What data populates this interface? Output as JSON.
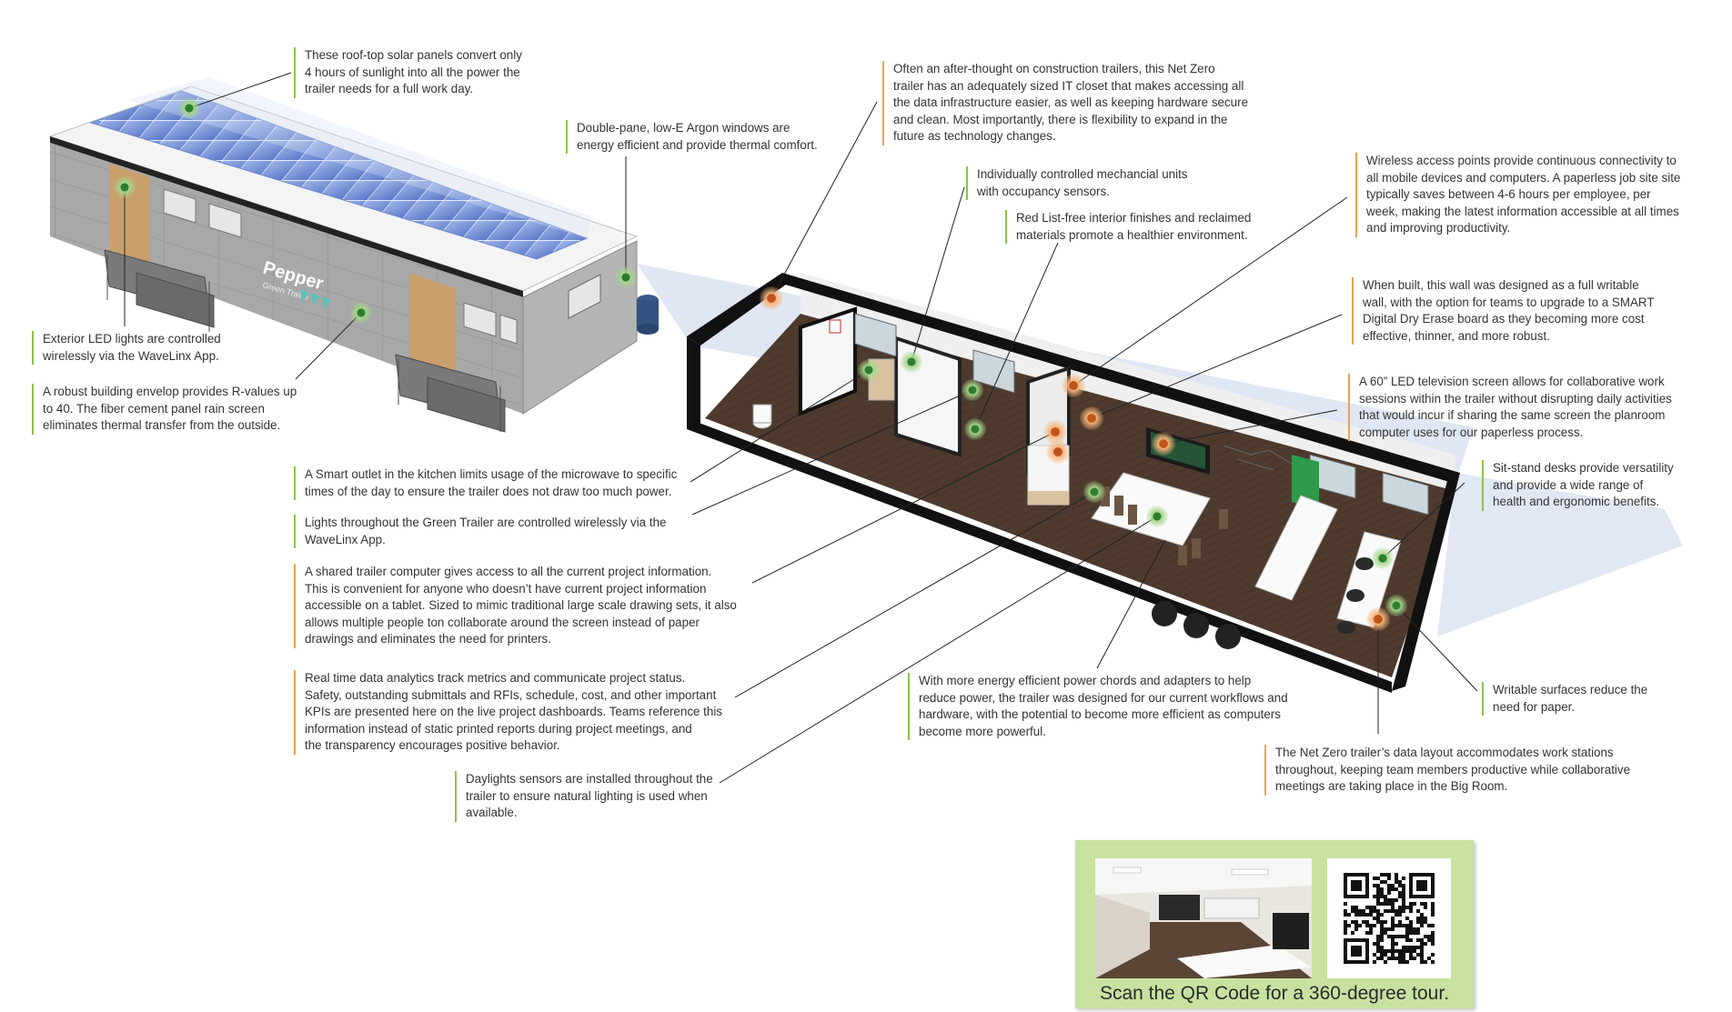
{
  "brand": {
    "logo_text": "Pepper",
    "logo_sub": "Green Trailer"
  },
  "colors": {
    "accent_green": "#8bc34a",
    "accent_orange": "#f0a24b",
    "qr_panel_bg": "#c7e2a0"
  },
  "callouts": [
    {
      "id": "solar",
      "color": "green",
      "lines": [
        "These roof-top solar panels convert only",
        "4 hours of sunlight into all the power the",
        "trailer needs for a full work day."
      ]
    },
    {
      "id": "windows",
      "color": "green",
      "lines": [
        "Double-pane, low-E Argon windows are",
        "energy efficient and provide thermal comfort."
      ]
    },
    {
      "id": "exterior-led",
      "color": "green",
      "lines": [
        "Exterior LED lights are controlled",
        "wirelessly via the WaveLinx App."
      ]
    },
    {
      "id": "envelope",
      "color": "green",
      "lines": [
        "A robust building envelop provides R-values up",
        "to 40. The fiber cement panel rain screen",
        "eliminates thermal transfer from the outside."
      ]
    },
    {
      "id": "it-closet",
      "color": "orange",
      "lines": [
        "Often an after-thought on construction trailers, this Net Zero",
        "trailer has an adequately sized IT closet that makes accessing all",
        "the data infrastructure easier, as well as keeping hardware secure",
        "and clean. Most importantly, there is flexibility to expand in the",
        "future as technology changes."
      ]
    },
    {
      "id": "mech-units",
      "color": "green",
      "lines": [
        "Individually controlled mechancial units",
        "with occupancy sensors."
      ]
    },
    {
      "id": "red-list",
      "color": "green",
      "lines": [
        "Red List-free interior finishes and reclaimed",
        "materials promote a healthier environment."
      ]
    },
    {
      "id": "wireless-ap",
      "color": "orange",
      "lines": [
        "Wireless access points provide continuous connectivity to",
        "all mobile devices and computers. A paperless job site site",
        "typically saves between 4-6 hours per employee, per",
        "week, making the latest information accessible at all times",
        "and improving productivity."
      ]
    },
    {
      "id": "writable-wall",
      "color": "orange",
      "lines": [
        "When built, this wall was designed as a full writable",
        "wall, with the option for teams to upgrade to a SMART",
        "Digital Dry Erase board as they becoming more cost",
        "effective, thinner, and more robust."
      ]
    },
    {
      "id": "led-tv",
      "color": "orange",
      "lines": [
        "A 60” LED television screen allows for collaborative work",
        "sessions within the trailer without disrupting daily activities",
        "that would incur if sharing the same screen the planroom",
        "computer uses for our paperless process."
      ]
    },
    {
      "id": "sit-stand",
      "color": "green",
      "lines": [
        "Sit-stand desks provide versatility",
        "and provide a wide range of",
        "health and ergonomic benefits."
      ]
    },
    {
      "id": "smart-outlet",
      "color": "green",
      "lines": [
        "A Smart outlet in the kitchen limits usage of the microwave to specific",
        "times of the day to ensure the trailer does not draw too much power."
      ]
    },
    {
      "id": "lights",
      "color": "green",
      "lines": [
        "Lights throughout the Green Trailer are controlled wirelessly via the",
        "WaveLinx App."
      ]
    },
    {
      "id": "shared-computer",
      "color": "orange",
      "lines": [
        "A shared trailer computer gives access to all the current project information.",
        "This is convenient for anyone who doesn’t have current project information",
        "accessible on a tablet. Sized to mimic traditional large scale drawing sets, it also",
        "allows multiple people ton collaborate around the screen instead of paper",
        "drawings and eliminates the need for printers."
      ]
    },
    {
      "id": "analytics",
      "color": "orange",
      "lines": [
        "Real time data analytics track metrics and communicate project status.",
        "Safety, outstanding submittals and RFIs, schedule, cost, and other important",
        "KPIs are presented here on the live project dashboards. Teams reference this",
        "information instead of static printed reports during project meetings, and",
        "the transparency encourages positive behavior."
      ]
    },
    {
      "id": "daylight",
      "color": "green",
      "lines": [
        "Daylights sensors are installed throughout the",
        "trailer to ensure natural lighting is used when",
        "available."
      ]
    },
    {
      "id": "power-chords",
      "color": "green",
      "lines": [
        "With more energy efficient power chords and adapters to help",
        "reduce power, the trailer was designed for our current workflows and",
        "hardware, with the potential to become more efficient as computers",
        "become more powerful."
      ]
    },
    {
      "id": "writable-surfaces",
      "color": "green",
      "lines": [
        "Writable surfaces reduce the",
        "need for paper."
      ]
    },
    {
      "id": "data-layout",
      "color": "orange",
      "lines": [
        "The Net Zero trailer’s data layout accommodates work stations",
        "throughout, keeping team members productive while collaborative",
        "meetings are taking place in the Big Room."
      ]
    }
  ],
  "qr": {
    "caption": "Scan the QR Code for a 360-degree tour."
  }
}
